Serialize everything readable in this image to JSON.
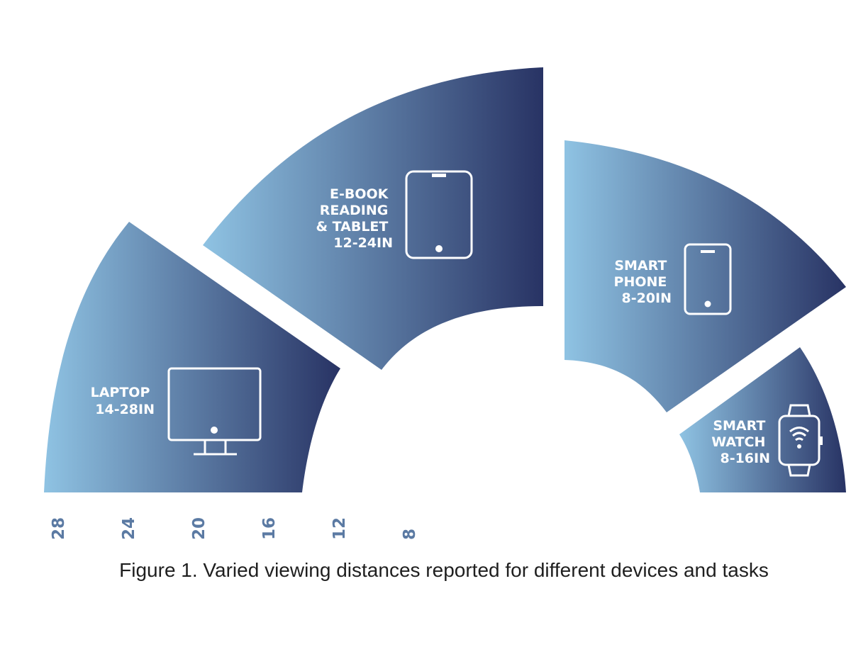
{
  "segments": [
    {
      "id": "laptop",
      "lines": [
        "LAPTOP",
        "14-28IN"
      ],
      "range": [
        14,
        28
      ],
      "icon": "monitor-icon"
    },
    {
      "id": "ebook",
      "lines": [
        "E-BOOK",
        "READING",
        "& TABLET",
        "12-24IN"
      ],
      "range": [
        12,
        24
      ],
      "icon": "tablet-icon"
    },
    {
      "id": "phone",
      "lines": [
        "SMART",
        "PHONE",
        "8-20IN"
      ],
      "range": [
        8,
        20
      ],
      "icon": "smartphone-icon"
    },
    {
      "id": "watch",
      "lines": [
        "SMART",
        "WATCH",
        "8-16IN"
      ],
      "range": [
        8,
        16
      ],
      "icon": "smartwatch-icon"
    }
  ],
  "axis_ticks": [
    "28",
    "24",
    "20",
    "16",
    "12",
    "8"
  ],
  "caption": "Figure 1. Varied viewing distances reported for different devices and tasks",
  "colors": {
    "gradient_light": "#8fc3e3",
    "gradient_dark": "#283364",
    "tick": "#5b7aa3",
    "caption": "#1f1f1f"
  }
}
